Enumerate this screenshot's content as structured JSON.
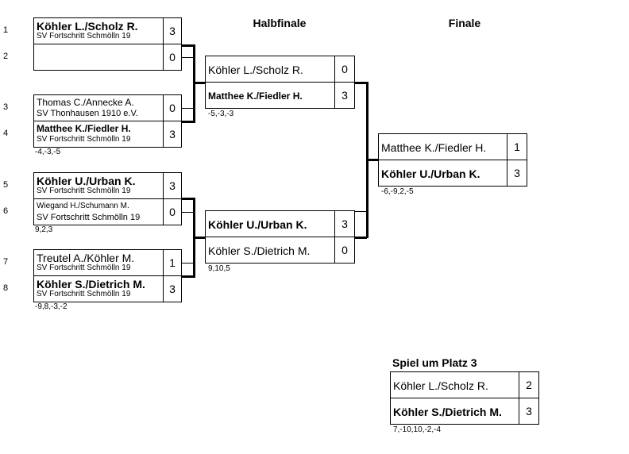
{
  "titles": {
    "semifinal": "Halbfinale",
    "final": "Finale",
    "third_place": "Spiel um Platz 3"
  },
  "seeds": [
    "1",
    "2",
    "3",
    "4",
    "5",
    "6",
    "7",
    "8"
  ],
  "round1": [
    {
      "a": {
        "name": "Köhler L./Scholz R.",
        "club": "SV Fortschritt Schmölln 19",
        "score": "3"
      },
      "b": {
        "name": "",
        "club": "",
        "score": "0"
      },
      "result": ""
    },
    {
      "a": {
        "name": "Thomas C./Annecke A.",
        "club": "SV Thonhausen 1910 e.V.",
        "score": "0"
      },
      "b": {
        "name": "Matthee K./Fiedler H.",
        "club": "SV Fortschritt Schmölln 19",
        "score": "3"
      },
      "result": "-4,-3,-5"
    },
    {
      "a": {
        "name": "Köhler U./Urban K.",
        "club": "SV Fortschritt Schmölln 19",
        "score": "3"
      },
      "b": {
        "name": "Wiegand H./Schumann M.",
        "club": "SV Fortschritt Schmölln 19",
        "score": "0"
      },
      "result": "9,2,3"
    },
    {
      "a": {
        "name": "Treutel A./Köhler M.",
        "club": "SV Fortschritt Schmölln 19",
        "score": "1"
      },
      "b": {
        "name": "Köhler S./Dietrich M.",
        "club": "SV Fortschritt Schmölln 19",
        "score": "3"
      },
      "result": "-9,8,-3,-2"
    }
  ],
  "semifinal": [
    {
      "a": {
        "name": "Köhler L./Scholz R.",
        "score": "0"
      },
      "b": {
        "name": "Matthee K./Fiedler H.",
        "score": "3"
      },
      "result": "-5,-3,-3"
    },
    {
      "a": {
        "name": "Köhler U./Urban K.",
        "score": "3"
      },
      "b": {
        "name": "Köhler S./Dietrich M.",
        "score": "0"
      },
      "result": "9,10,5"
    }
  ],
  "final": {
    "a": {
      "name": "Matthee K./Fiedler H.",
      "score": "1"
    },
    "b": {
      "name": "Köhler U./Urban K.",
      "score": "3"
    },
    "result": "-6,-9,2,-5"
  },
  "third_place": {
    "a": {
      "name": "Köhler L./Scholz R.",
      "score": "2"
    },
    "b": {
      "name": "Köhler S./Dietrich M.",
      "score": "3"
    },
    "result": "7,-10,10,-2,-4"
  }
}
